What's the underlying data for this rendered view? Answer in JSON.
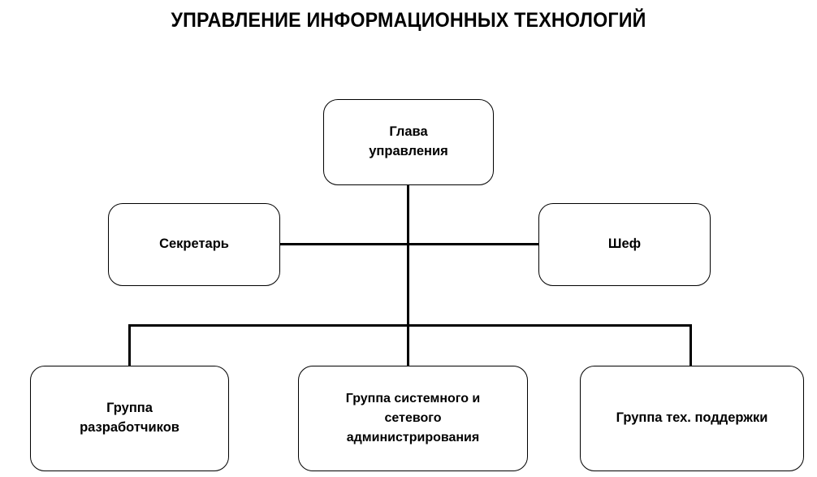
{
  "diagram": {
    "title": "УПРАВЛЕНИЕ ИНФОРМАЦИОННЫХ ТЕХНОЛОГИЙ",
    "type": "organizational-chart",
    "colors": {
      "background": "#ffffff",
      "node_fill": "#ffffff",
      "node_border": "#000000",
      "connector": "#000000",
      "text": "#000000"
    },
    "nodes": {
      "head": "Глава\nуправления",
      "secretary": "Секретарь",
      "chief": "Шеф",
      "dev_group": "Группа\nразработчиков",
      "sysnet_group": "Группа системного и\nсетевого\nадминистрирования",
      "support_group": "Группа тех. поддержки"
    },
    "levels": [
      {
        "level": 1,
        "members": [
          "Глава управления"
        ]
      },
      {
        "level": 2,
        "members": [
          "Секретарь",
          "Шеф"
        ]
      },
      {
        "level": 3,
        "members": [
          "Группа разработчиков",
          "Группа системного и сетевого администрирования",
          "Группа тех. поддержки"
        ]
      }
    ],
    "connections": [
      {
        "from": "Глава управления",
        "to": "Секретарь"
      },
      {
        "from": "Глава управления",
        "to": "Шеф"
      },
      {
        "from": "Глава управления",
        "to": "Группа разработчиков"
      },
      {
        "from": "Глава управления",
        "to": "Группа системного и сетевого администрирования"
      },
      {
        "from": "Глава управления",
        "to": "Группа тех. поддержки"
      }
    ]
  }
}
